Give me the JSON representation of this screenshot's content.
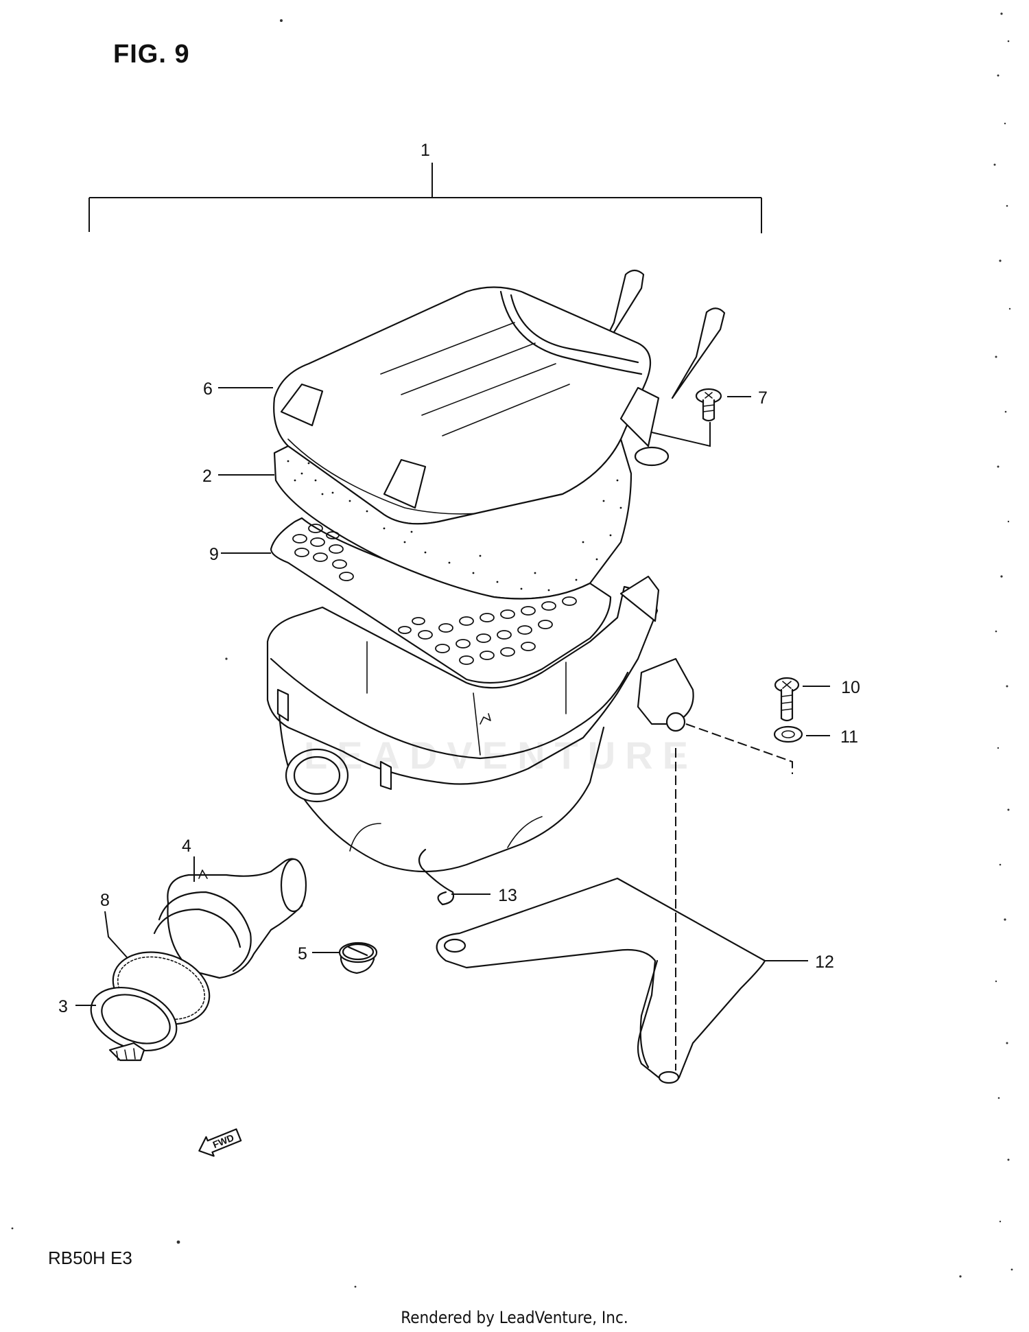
{
  "figure": {
    "title": "FIG. 9",
    "model_code": "RB50H E3"
  },
  "footer": {
    "credit": "Rendered by LeadVenture, Inc."
  },
  "watermark": {
    "text": "LEADVENTURE"
  },
  "direction_arrow": {
    "label": "FWD"
  },
  "callouts": [
    {
      "id": "1",
      "label": "1"
    },
    {
      "id": "2",
      "label": "2"
    },
    {
      "id": "3",
      "label": "3"
    },
    {
      "id": "4",
      "label": "4"
    },
    {
      "id": "5",
      "label": "5"
    },
    {
      "id": "6",
      "label": "6"
    },
    {
      "id": "7",
      "label": "7"
    },
    {
      "id": "8",
      "label": "8"
    },
    {
      "id": "9",
      "label": "9"
    },
    {
      "id": "10",
      "label": "10"
    },
    {
      "id": "11",
      "label": "11"
    },
    {
      "id": "12",
      "label": "12"
    },
    {
      "id": "13",
      "label": "13"
    }
  ]
}
